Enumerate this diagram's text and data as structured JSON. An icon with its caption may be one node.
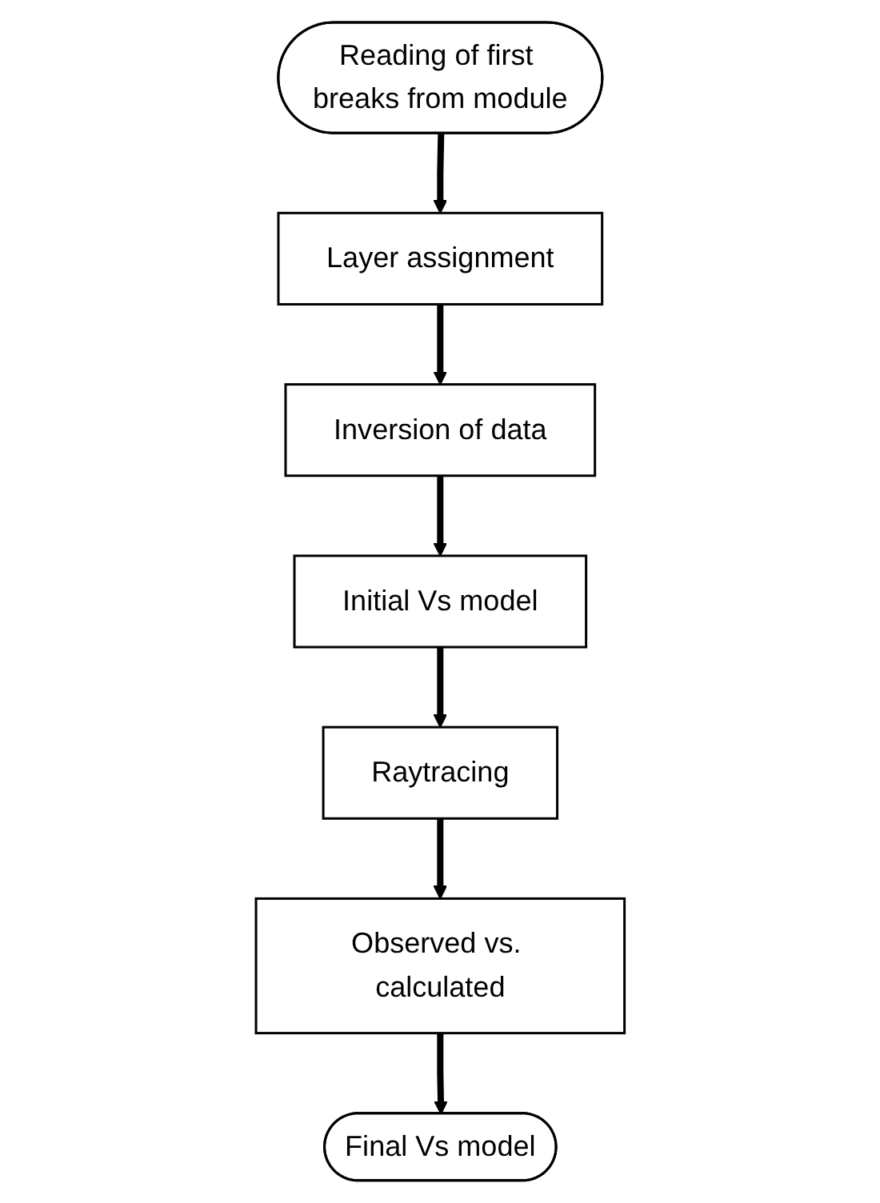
{
  "diagram": {
    "nodes": [
      {
        "text": [
          "Reading of first breaks from module"
        ]
      },
      {
        "text": [
          "Layer assignment"
        ]
      },
      {
        "text": [
          "Inversion of data"
        ]
      },
      {
        "text": [
          "Initial Vs model"
        ]
      },
      {
        "text": [
          "Raytracing"
        ]
      },
      {
        "text": [
          "Observed vs. calculated"
        ]
      },
      {
        "text": [
          "Final Vs model"
        ]
      }
    ],
    "edges": [
      {
        "from": 0,
        "to": 1,
        "arrow": "to"
      },
      {
        "from": 1,
        "to": 2,
        "arrow": "to"
      },
      {
        "from": 2,
        "to": 3,
        "arrow": "to"
      },
      {
        "from": 3,
        "to": 4,
        "arrow": "to"
      },
      {
        "from": 4,
        "to": 5,
        "arrow": "to"
      },
      {
        "from": 5,
        "to": 6,
        "arrow": "to"
      }
    ]
  }
}
